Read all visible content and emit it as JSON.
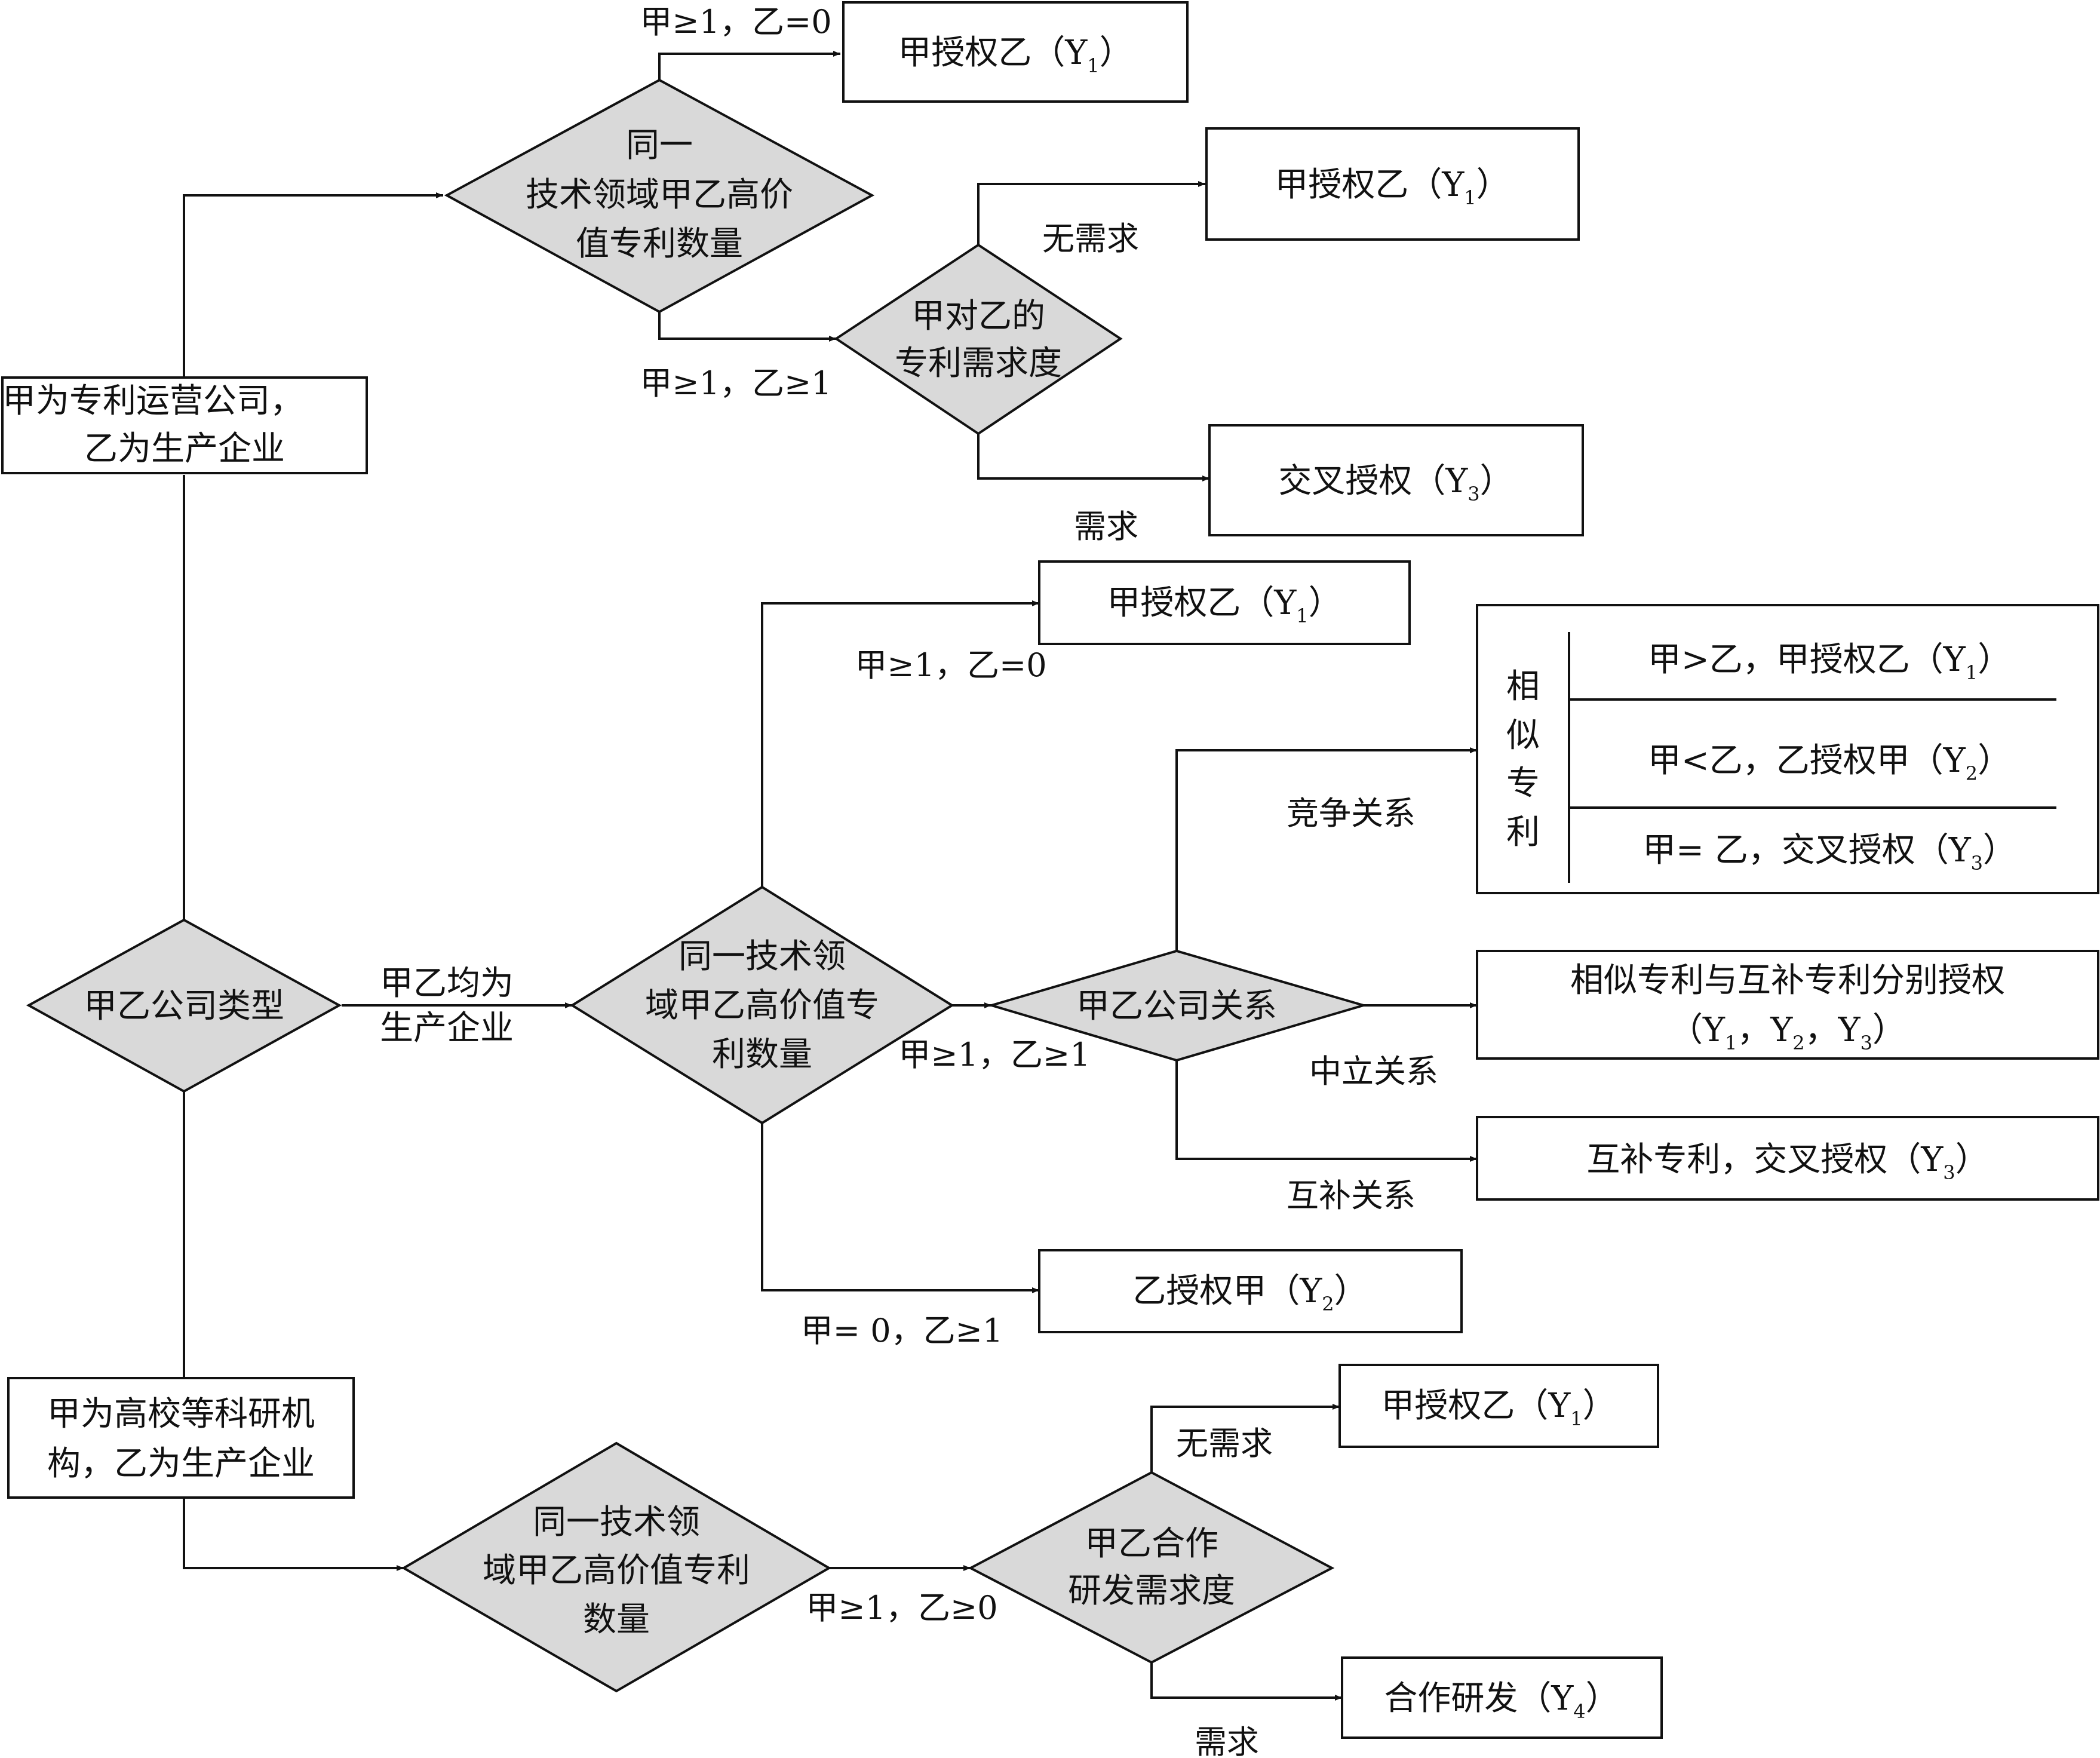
{
  "nodes": {
    "root_type": "甲乙公司类型",
    "op_company": [
      "甲为专利运营公司，",
      "乙为生产企业"
    ],
    "research_inst": [
      "甲为高校等科研机",
      "构，乙为生产企业"
    ],
    "both_producers": [
      "甲乙均为",
      "生产企业"
    ],
    "d_top_count": [
      "同一",
      "技术领域甲乙高价",
      "值专利数量"
    ],
    "d_demand": [
      "甲对乙的",
      "专利需求度"
    ],
    "d_mid_count": [
      "同一技术领",
      "域甲乙高价值专",
      "利数量"
    ],
    "d_relation": "甲乙公司关系",
    "d_bot_count": [
      "同一技术领",
      "域甲乙高价值专利",
      "数量"
    ],
    "d_coop": [
      "甲乙合作",
      "研发需求度"
    ]
  },
  "outcomes": {
    "top_y1": {
      "text": "甲授权乙（Y",
      "sub": "1",
      "end": "）"
    },
    "top_nodemand_y1": {
      "text": "甲授权乙（Y",
      "sub": "1",
      "end": "）"
    },
    "top_cross_y3": {
      "text": "交叉授权（Y",
      "sub": "3",
      "end": "）"
    },
    "mid_y1": {
      "text": "甲授权乙（Y",
      "sub": "1",
      "end": "）"
    },
    "mid_y2": {
      "text": "乙授权甲（Y",
      "sub": "2",
      "end": "）"
    },
    "neutral": {
      "line1": "相似专利与互补专利分别授权",
      "y1": "（Y",
      "s1": "1",
      "y2": "，Y",
      "s2": "2",
      "y3": "，Y",
      "s3": "3",
      "end": "）"
    },
    "complement": {
      "text": "互补专利，交叉授权（Y",
      "sub": "3",
      "end": "）"
    },
    "bot_y1": {
      "text": "甲授权乙（Y",
      "sub": "1",
      "end": "）"
    },
    "bot_y4": {
      "text": "合作研发（Y",
      "sub": "4",
      "end": "）"
    }
  },
  "similar_patents": {
    "label": [
      "相",
      "似",
      "专",
      "利"
    ],
    "rows": [
      {
        "text": "甲>乙，甲授权乙（Y",
        "sub": "1",
        "end": "）"
      },
      {
        "text": "甲<乙，乙授权甲（Y",
        "sub": "2",
        "end": "）"
      },
      {
        "text": "甲= 乙，交叉授权（Y",
        "sub": "3",
        "end": "）"
      }
    ]
  },
  "edge_labels": {
    "top_a1_b0": "甲≥1，乙=0",
    "top_a1_b1": "甲≥1，乙≥1",
    "no_demand_1": "无需求",
    "demand_1": "需求",
    "mid_a1_b0": "甲≥1，乙=0",
    "mid_a1_b1": "甲≥1，乙≥1",
    "mid_a0_b1": "甲= 0，乙≥1",
    "competition": "竞争关系",
    "neutral": "中立关系",
    "complementary": "互补关系",
    "bot_a1_b0": "甲≥1，乙≥0",
    "no_demand_2": "无需求",
    "demand_2": "需求"
  }
}
